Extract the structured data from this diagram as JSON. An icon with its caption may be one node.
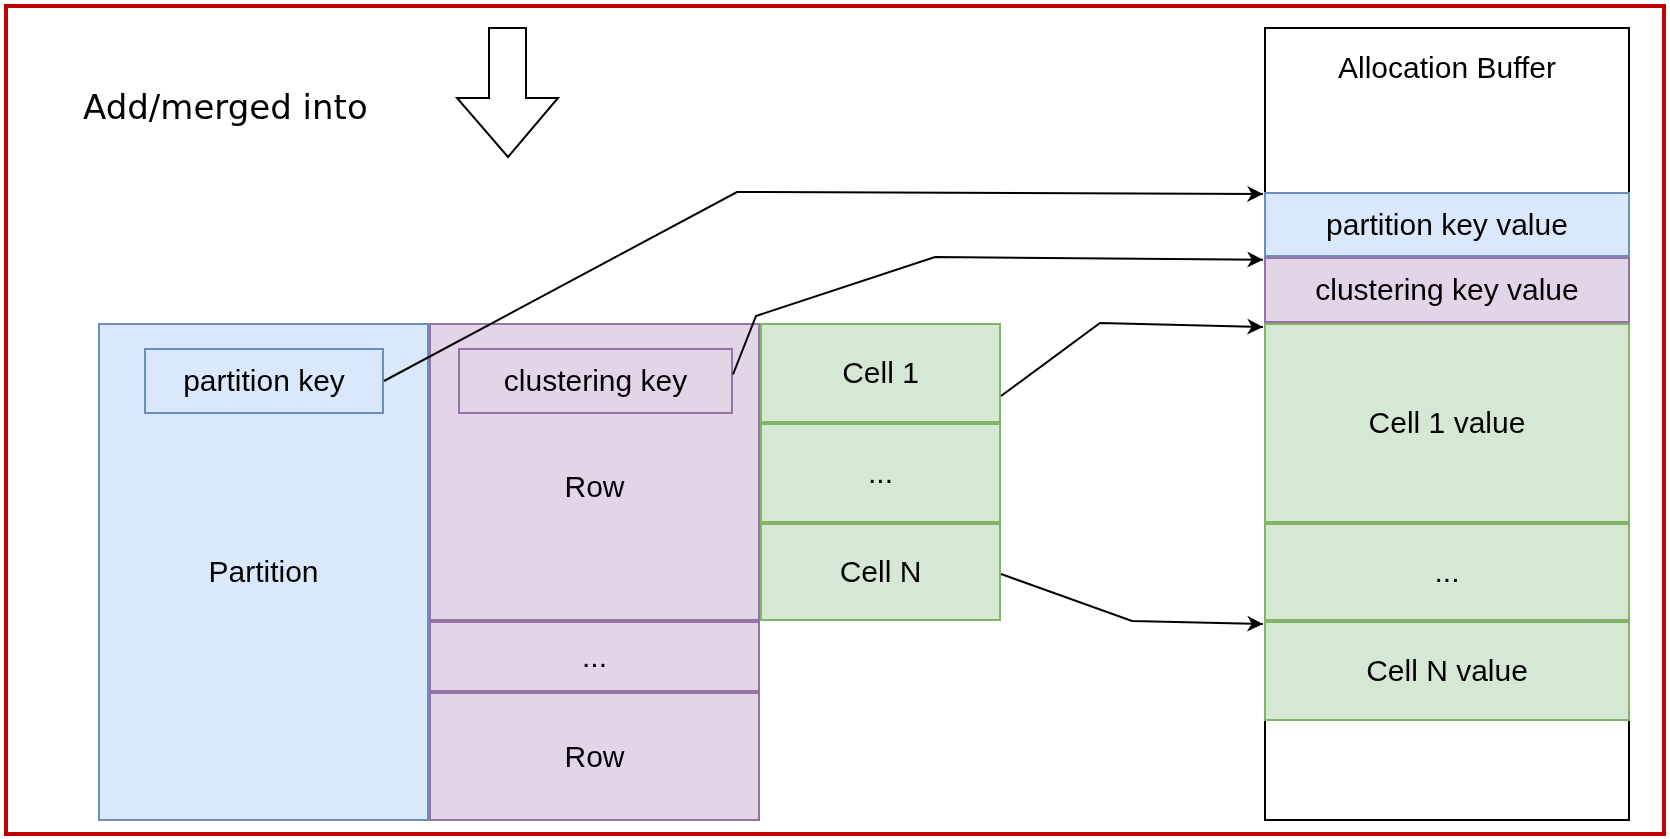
{
  "diagram": {
    "nodes": [
      {
        "text": [
          "Partition"
        ]
      },
      {
        "text": [
          "partition key"
        ],
        "in": 0
      },
      {
        "text": [
          "Row"
        ]
      },
      {
        "text": [
          "clustering key"
        ],
        "in": 2
      },
      {
        "text": [
          "..."
        ]
      },
      {
        "text": [
          "Row"
        ]
      },
      {
        "text": [
          "Cell 1"
        ]
      },
      {
        "text": [
          "..."
        ]
      },
      {
        "text": [
          "Cell N"
        ]
      },
      {
        "text": [
          "Allocation Buffer"
        ]
      },
      {
        "text": [
          "partition key value"
        ],
        "in": 9
      },
      {
        "text": [
          "clustering key value"
        ],
        "in": 9
      },
      {
        "text": [
          "Cell 1 value"
        ],
        "in": 9
      },
      {
        "text": [
          "..."
        ],
        "in": 9
      },
      {
        "text": [
          "Cell N value"
        ],
        "in": 9
      }
    ],
    "edges": [
      {
        "from": 1,
        "to": 10,
        "arrow": "to"
      },
      {
        "from": 3,
        "to": 11,
        "arrow": "to"
      },
      {
        "from": 6,
        "to": 12,
        "arrow": "to"
      },
      {
        "from": 8,
        "to": 14,
        "arrow": "to"
      }
    ],
    "labels": [
      "Add/merged into"
    ]
  }
}
